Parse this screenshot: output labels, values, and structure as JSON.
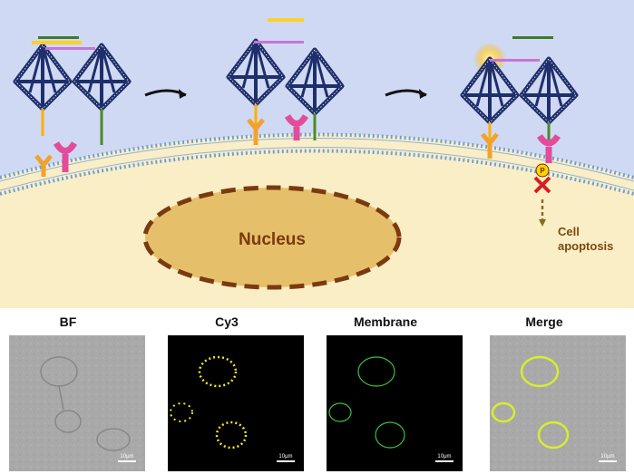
{
  "diagram": {
    "nucleus_label": "Nucleus",
    "apoptosis_label": [
      "Cell",
      "apoptosis"
    ],
    "phospho_label": "P"
  },
  "panels": [
    {
      "title": "BF",
      "scale_label": "10μm"
    },
    {
      "title": "Cy3",
      "scale_label": "10μm"
    },
    {
      "title": "Membrane",
      "scale_label": "10μm"
    },
    {
      "title": "Merge",
      "scale_label": "10μm"
    }
  ],
  "colors": {
    "extracellular": "#cfd9f3",
    "cytoplasm": "#faeec6",
    "membrane": "#6f9fd6",
    "nucleus_fill": "#e6bf6b",
    "nucleus_border": "#7a3a10",
    "tetrahedron": "#1f2f6b",
    "cy3": "#f2e62a",
    "membrane_stain": "#3cc23c"
  }
}
